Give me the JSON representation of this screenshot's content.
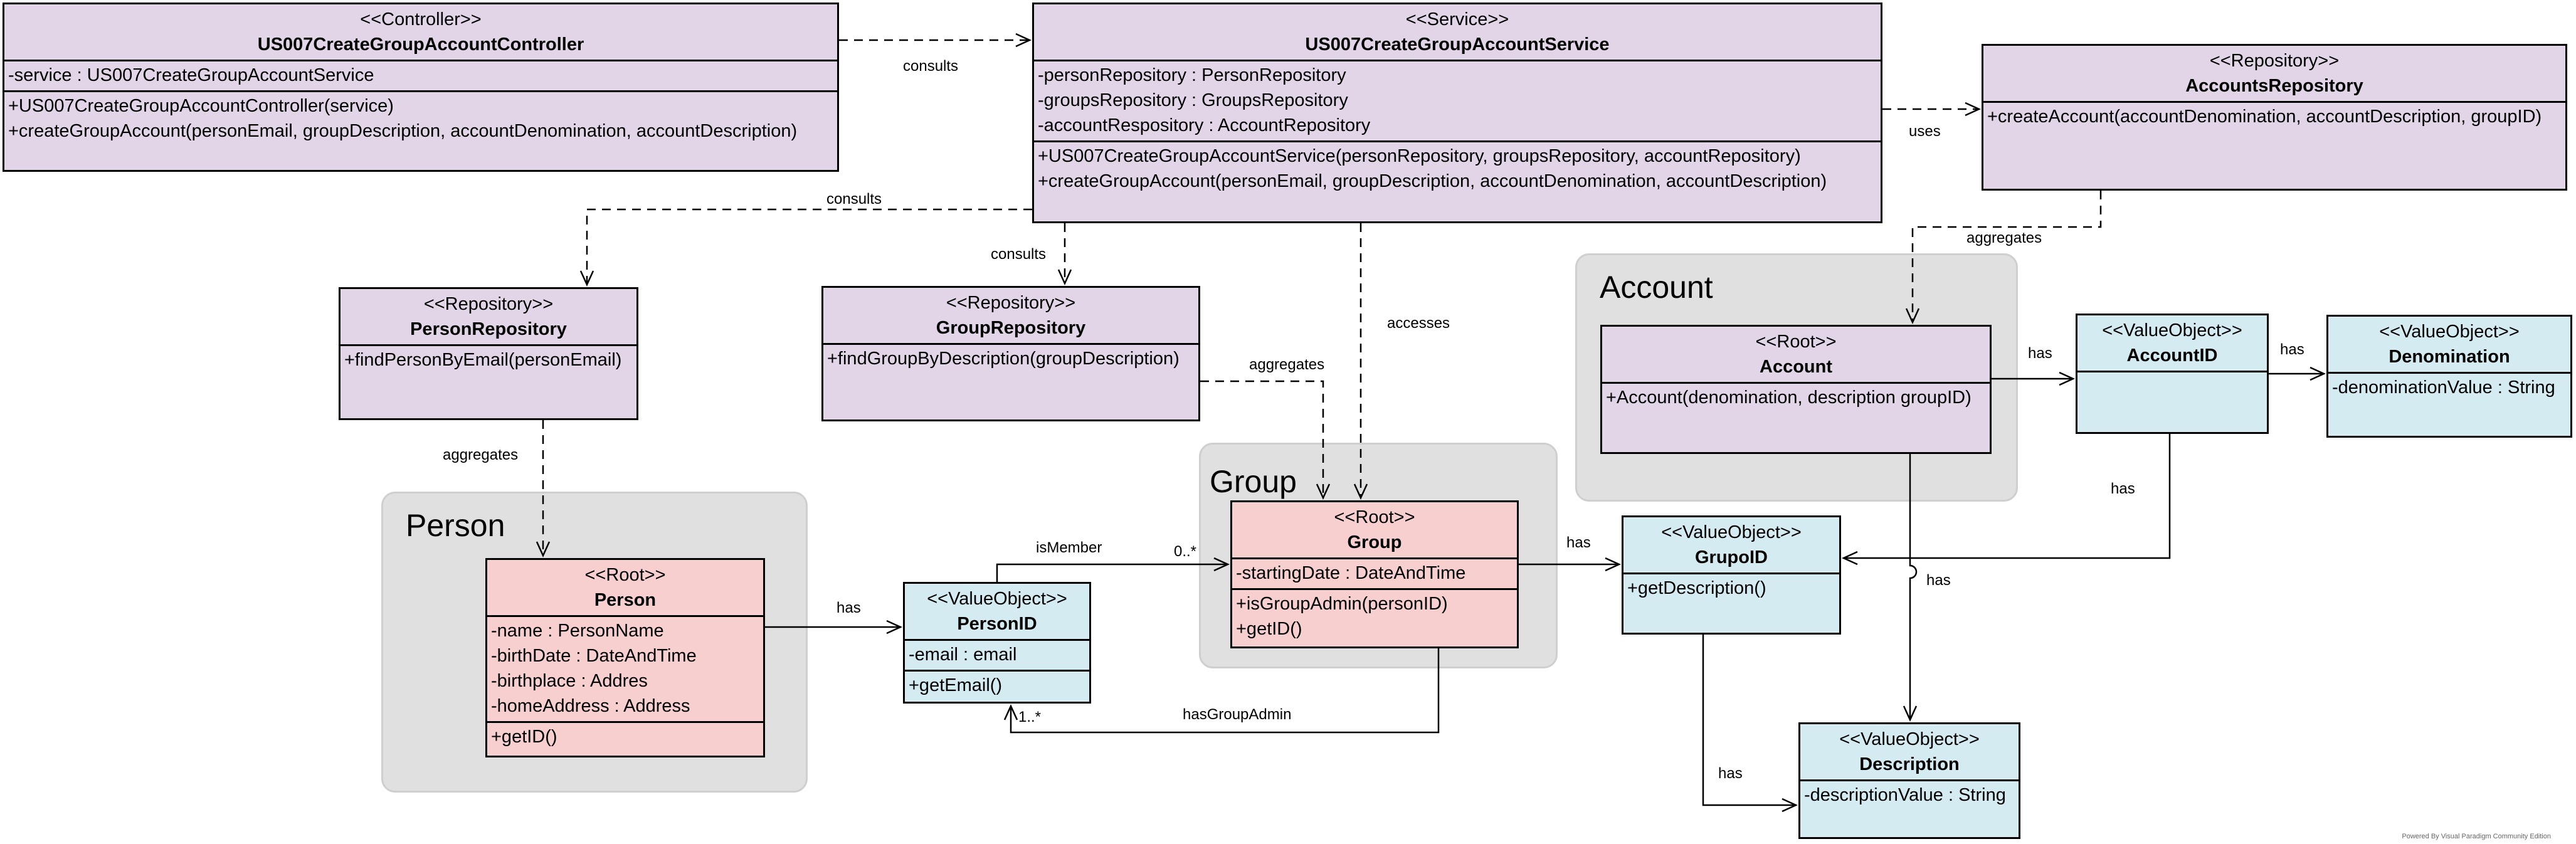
{
  "packages": {
    "account": "Account",
    "group": "Group",
    "person": "Person"
  },
  "classes": {
    "controller": {
      "stereotype": "<<Controller>>",
      "name": "US007CreateGroupAccountController",
      "attributes": [
        "-service : US007CreateGroupAccountService"
      ],
      "operations": [
        "+US007CreateGroupAccountController(service)",
        "+createGroupAccount(personEmail, groupDescription, accountDenomination, accountDescription)"
      ]
    },
    "service": {
      "stereotype": "<<Service>>",
      "name": "US007CreateGroupAccountService",
      "attributes": [
        "-personRepository : PersonRepository",
        "-groupsRepository : GroupsRepository",
        "-accountRespository : AccountRepository"
      ],
      "operations": [
        "+US007CreateGroupAccountService(personRepository, groupsRepository, accountRepository)",
        "+createGroupAccount(personEmail, groupDescription, accountDenomination, accountDescription)"
      ]
    },
    "accountsRepository": {
      "stereotype": "<<Repository>>",
      "name": "AccountsRepository",
      "operations": [
        "+createAccount(accountDenomination, accountDescription, groupID)"
      ]
    },
    "personRepository": {
      "stereotype": "<<Repository>>",
      "name": "PersonRepository",
      "operations": [
        "+findPersonByEmail(personEmail)"
      ]
    },
    "groupRepository": {
      "stereotype": "<<Repository>>",
      "name": "GroupRepository",
      "operations": [
        "+findGroupByDescription(groupDescription)"
      ]
    },
    "account": {
      "stereotype": "<<Root>>",
      "name": "Account",
      "operations": [
        "+Account(denomination, description groupID)"
      ]
    },
    "accountID": {
      "stereotype": "<<ValueObject>>",
      "name": "AccountID"
    },
    "denomination": {
      "stereotype": "<<ValueObject>>",
      "name": "Denomination",
      "attributes": [
        "-denominationValue : String"
      ]
    },
    "person": {
      "stereotype": "<<Root>>",
      "name": "Person",
      "attributes": [
        "-name : PersonName",
        "-birthDate : DateAndTime",
        "-birthplace : Addres",
        "-homeAddress : Address"
      ],
      "operations": [
        "+getID()"
      ]
    },
    "personID": {
      "stereotype": "<<ValueObject>>",
      "name": "PersonID",
      "attributes": [
        "-email : email"
      ],
      "operations": [
        "+getEmail()"
      ]
    },
    "group": {
      "stereotype": "<<Root>>",
      "name": "Group",
      "attributes": [
        "-startingDate : DateAndTime"
      ],
      "operations": [
        "+isGroupAdmin(personID)",
        "+getID()"
      ]
    },
    "grupoID": {
      "stereotype": "<<ValueObject>>",
      "name": "GrupoID",
      "operations": [
        "+getDescription()"
      ]
    },
    "description": {
      "stereotype": "<<ValueObject>>",
      "name": "Description",
      "attributes": [
        "-descriptionValue : String"
      ]
    }
  },
  "edge_labels": {
    "consults1": "consults",
    "uses": "uses",
    "consults2": "consults",
    "consults3": "consults",
    "accesses": "accesses",
    "aggregates1": "aggregates",
    "aggregates2": "aggregates",
    "aggregates3": "aggregates",
    "has1": "has",
    "has2": "has",
    "has3": "has",
    "has4": "has",
    "has5": "has",
    "has6": "has",
    "isMember": "isMember",
    "isMember_mult": "0..*",
    "hasGroupAdmin": "hasGroupAdmin",
    "hasGroupAdmin_mult": "1..*"
  },
  "footer": "Powered By Visual Paradigm Community Edition"
}
